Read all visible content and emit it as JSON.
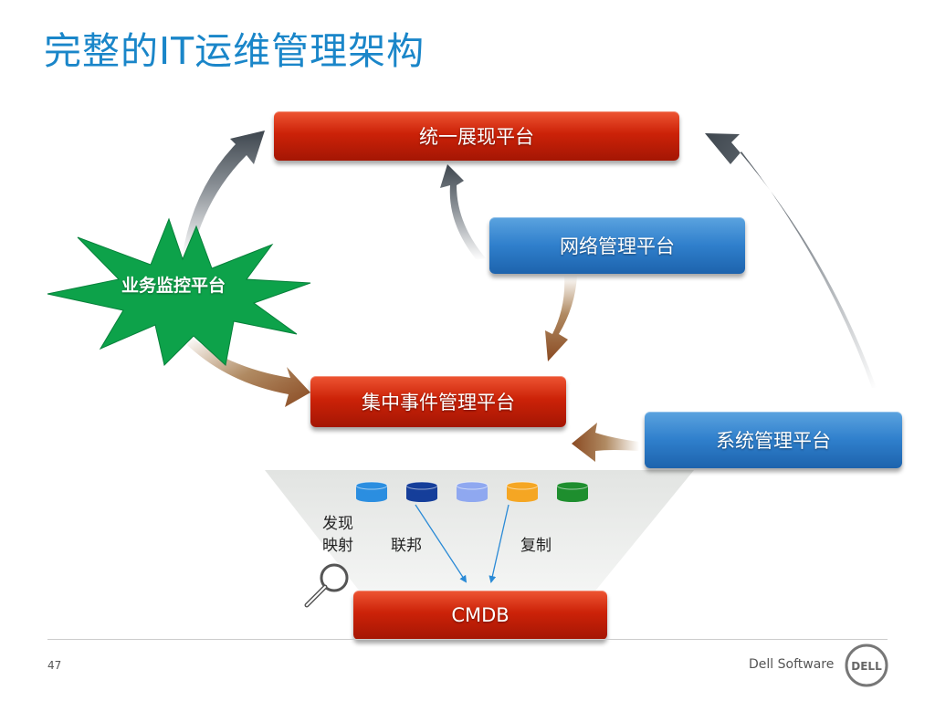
{
  "slide": {
    "title": "完整的IT运维管理架构",
    "page_number": "47",
    "brand": "Dell Software",
    "logo_text": "DELL"
  },
  "diagram": {
    "top_box": "统一展现平台",
    "network_box": "网络管理平台",
    "business_star": "业务监控平台",
    "event_box": "集中事件管理平台",
    "system_box": "系统管理平台",
    "cmdb_box": "CMDB",
    "label_discover_1": "发现",
    "label_discover_2": "映射",
    "label_federate": "联邦",
    "label_replicate": "复制",
    "db_colors": [
      "#2b8ee0",
      "#153e9a",
      "#8fa8f0",
      "#f5a623",
      "#1e8e2e"
    ]
  }
}
